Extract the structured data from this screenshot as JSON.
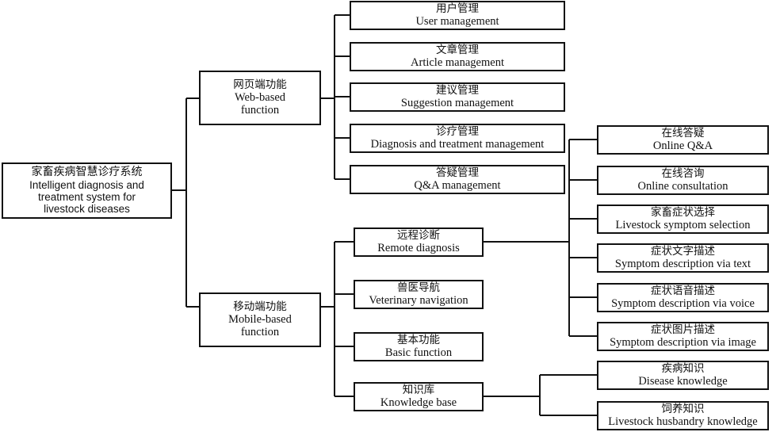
{
  "colors": {
    "line": "#111111",
    "box_border": "#111111",
    "background": "#ffffff"
  },
  "root": {
    "zh": "家畜疾病智慧诊疗系统",
    "en_lines": [
      "Intelligent diagnosis and",
      "treatment system for",
      "livestock diseases"
    ]
  },
  "web": {
    "zh": "网页端功能",
    "en_lines": [
      "Web-based",
      "function"
    ],
    "children": [
      {
        "id": "user",
        "zh": "用户管理",
        "en": "User management"
      },
      {
        "id": "article",
        "zh": "文章管理",
        "en": "Article management"
      },
      {
        "id": "suggestion",
        "zh": "建议管理",
        "en": "Suggestion management"
      },
      {
        "id": "diagnosis",
        "zh": "诊疗管理",
        "en": "Diagnosis and treatment management"
      },
      {
        "id": "qa",
        "zh": "答疑管理",
        "en": "Q&A management"
      }
    ]
  },
  "mobile": {
    "zh": "移动端功能",
    "en_lines": [
      "Mobile-based",
      "function"
    ],
    "children": [
      {
        "id": "remote",
        "zh": "远程诊断",
        "en": "Remote diagnosis"
      },
      {
        "id": "vet",
        "zh": "兽医导航",
        "en": "Veterinary navigation"
      },
      {
        "id": "basic",
        "zh": "基本功能",
        "en": "Basic function"
      },
      {
        "id": "knowledge",
        "zh": "知识库",
        "en": "Knowledge base"
      }
    ]
  },
  "remote_children": [
    {
      "id": "online-qa",
      "zh": "在线答疑",
      "en": "Online Q&A"
    },
    {
      "id": "online-consult",
      "zh": "在线咨询",
      "en": "Online consultation"
    },
    {
      "id": "symptom-select",
      "zh": "家畜症状选择",
      "en": "Livestock symptom selection"
    },
    {
      "id": "symptom-text",
      "zh": "症状文字描述",
      "en": "Symptom description via text"
    },
    {
      "id": "symptom-voice",
      "zh": "症状语音描述",
      "en": "Symptom description via voice"
    },
    {
      "id": "symptom-image",
      "zh": "症状图片描述",
      "en": "Symptom description via image"
    }
  ],
  "knowledge_children": [
    {
      "id": "disease-knowledge",
      "zh": "疾病知识",
      "en": "Disease knowledge"
    },
    {
      "id": "husbandry-knowledge",
      "zh": "饲养知识",
      "en": "Livestock husbandry knowledge"
    }
  ]
}
